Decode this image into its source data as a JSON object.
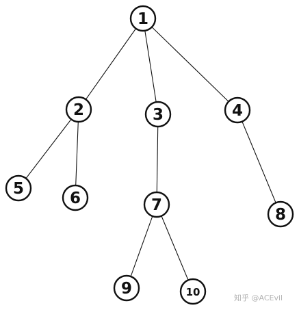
{
  "tree": {
    "nodes": [
      {
        "id": "1",
        "label": "1"
      },
      {
        "id": "2",
        "label": "2"
      },
      {
        "id": "3",
        "label": "3"
      },
      {
        "id": "4",
        "label": "4"
      },
      {
        "id": "5",
        "label": "5"
      },
      {
        "id": "6",
        "label": "6"
      },
      {
        "id": "7",
        "label": "7"
      },
      {
        "id": "8",
        "label": "8"
      },
      {
        "id": "9",
        "label": "9"
      },
      {
        "id": "10",
        "label": "10"
      }
    ],
    "edges": [
      {
        "from": "1",
        "to": "2"
      },
      {
        "from": "1",
        "to": "3"
      },
      {
        "from": "1",
        "to": "4"
      },
      {
        "from": "2",
        "to": "5"
      },
      {
        "from": "2",
        "to": "6"
      },
      {
        "from": "3",
        "to": "7"
      },
      {
        "from": "4",
        "to": "8"
      },
      {
        "from": "7",
        "to": "9"
      },
      {
        "from": "7",
        "to": "10"
      }
    ]
  },
  "watermark": "知乎 @ACEvil"
}
